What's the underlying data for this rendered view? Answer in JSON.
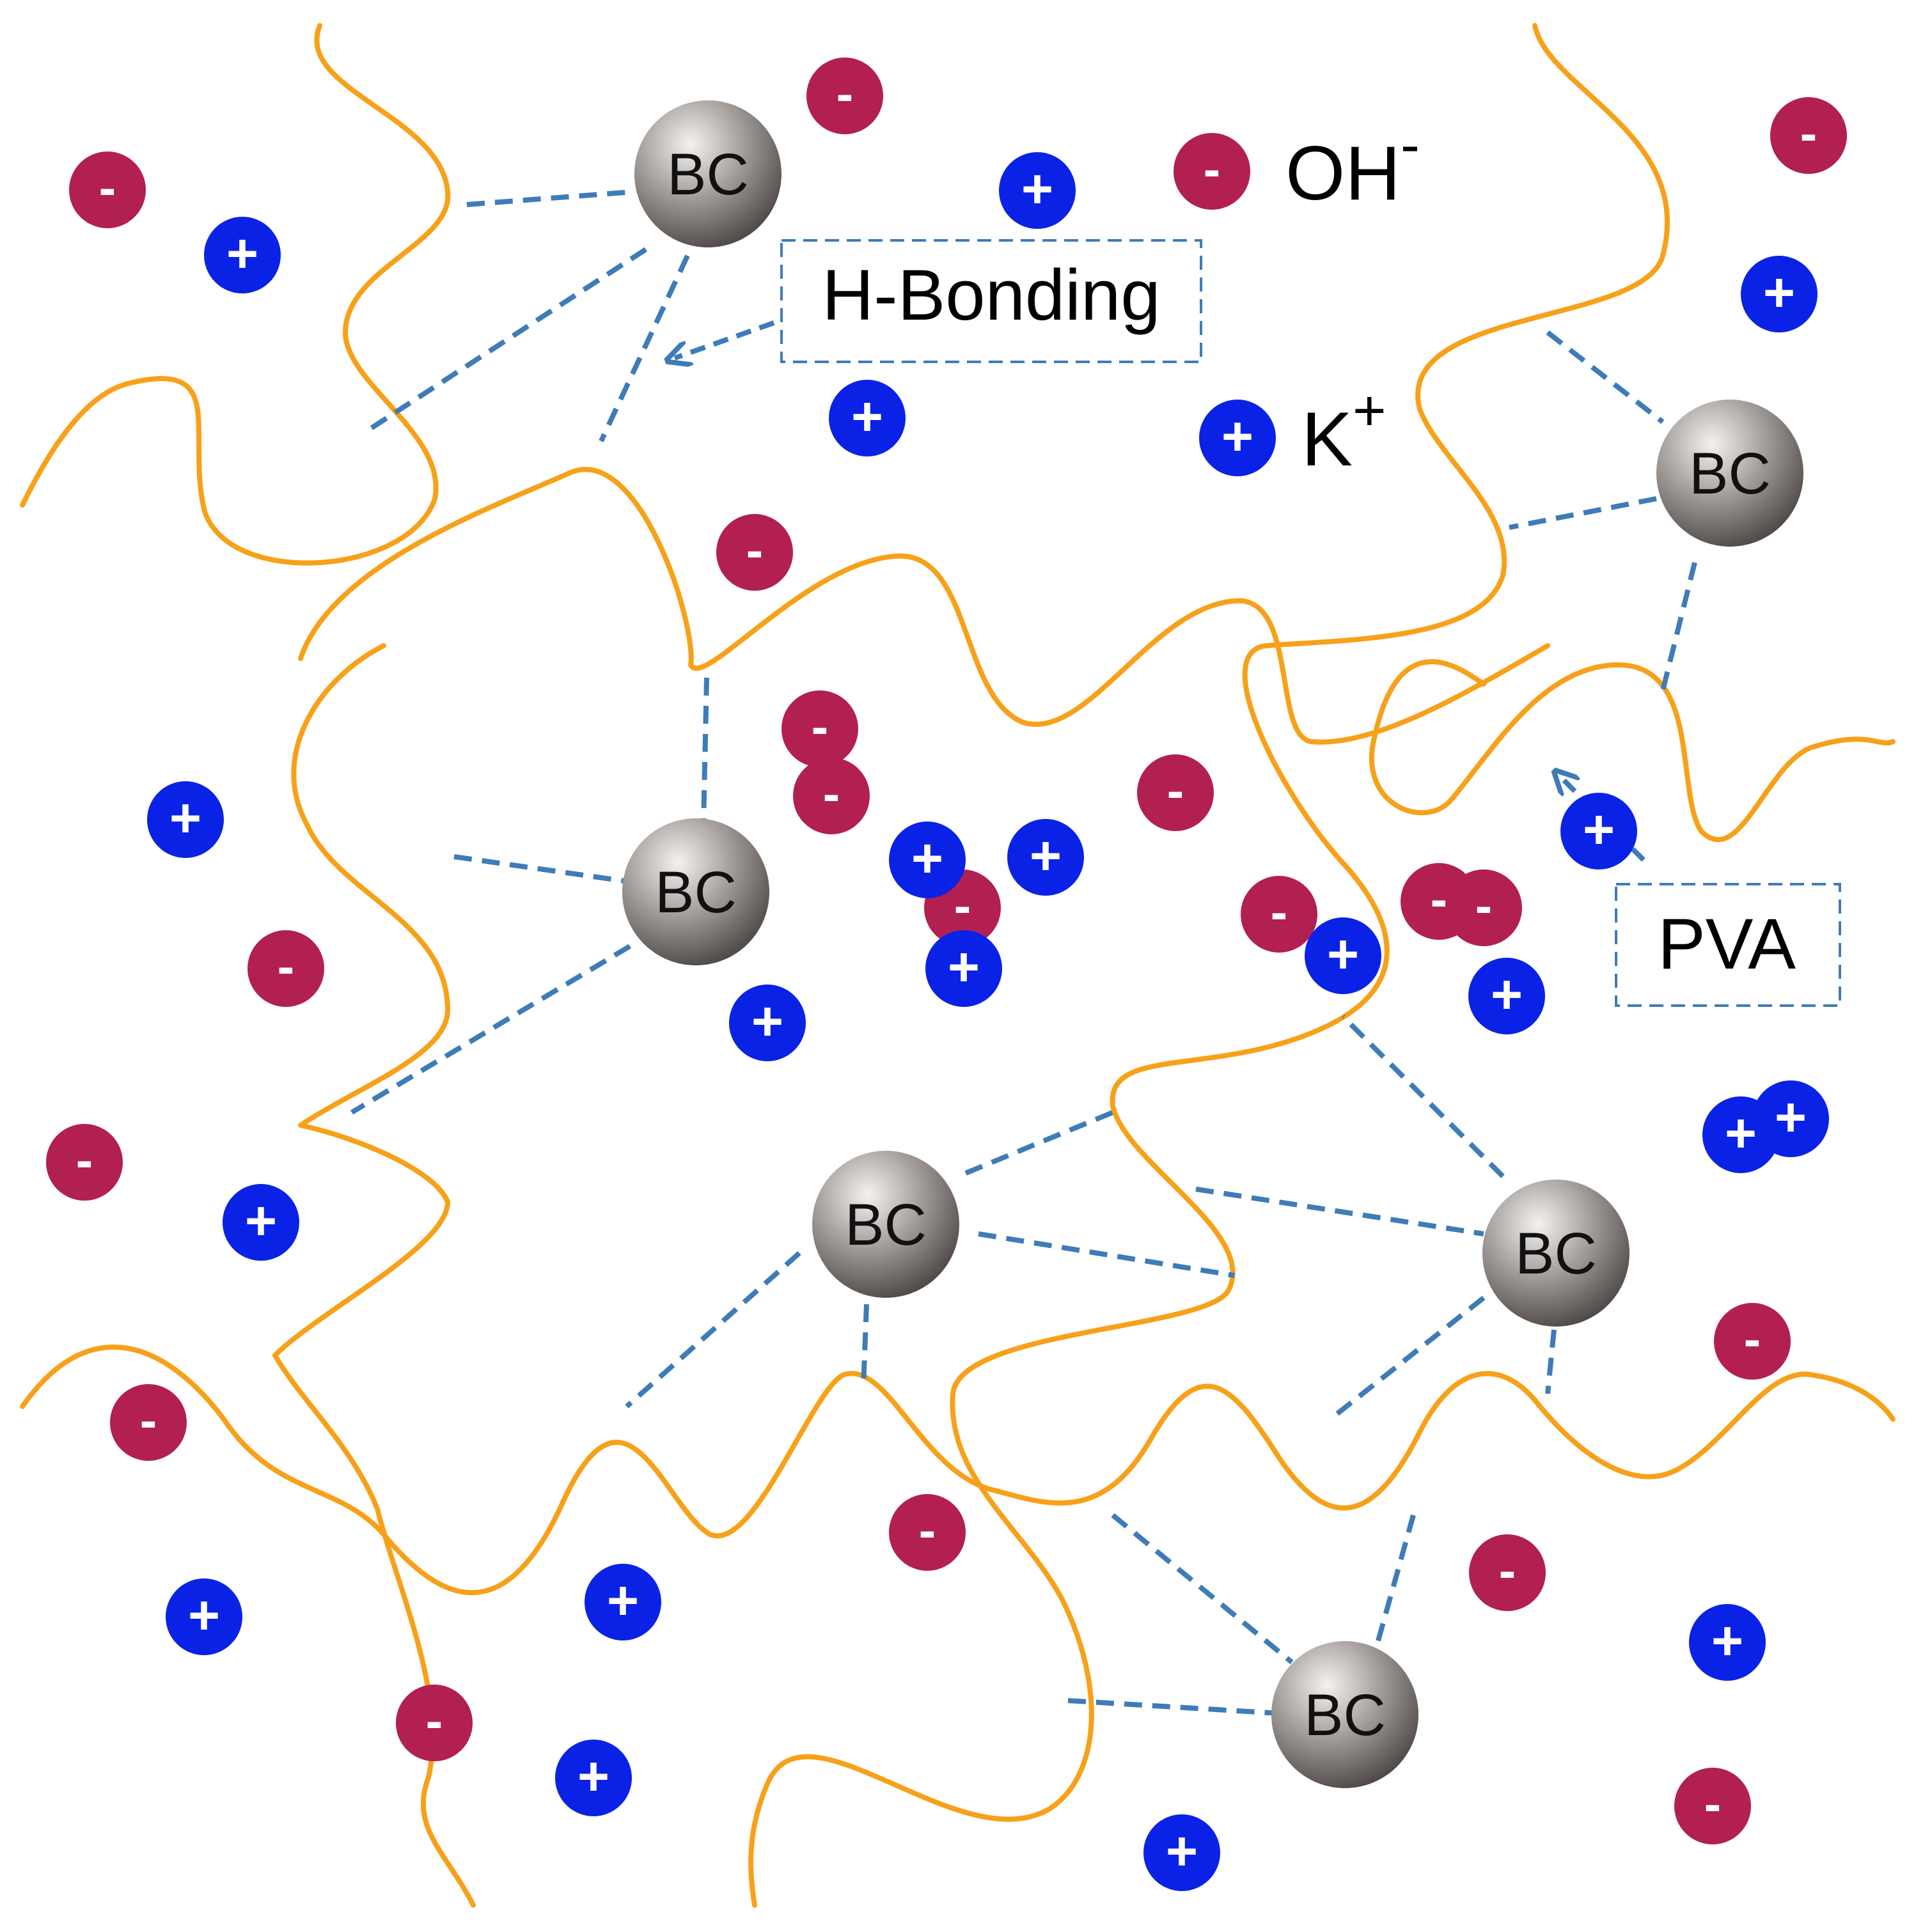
{
  "colors": {
    "pva_chain": "#F7A11A",
    "hbond": "#3E7CB8",
    "anion": "#B21F52",
    "cation": "#0A22E6",
    "bc_light": "#f4f2f0",
    "bc_dark": "#4a4442"
  },
  "bc_label": "BC",
  "legend": {
    "hydroxide": "OH",
    "hydroxide_charge": "-",
    "potassium": "K",
    "potassium_charge": "+"
  },
  "callouts": {
    "hbonding": "H-Bonding",
    "pva": "PVA"
  },
  "ion_signs": {
    "anion": "-",
    "cation": "+"
  },
  "counts": {
    "bc_particles": 6,
    "anions": 19,
    "cations": 20
  }
}
